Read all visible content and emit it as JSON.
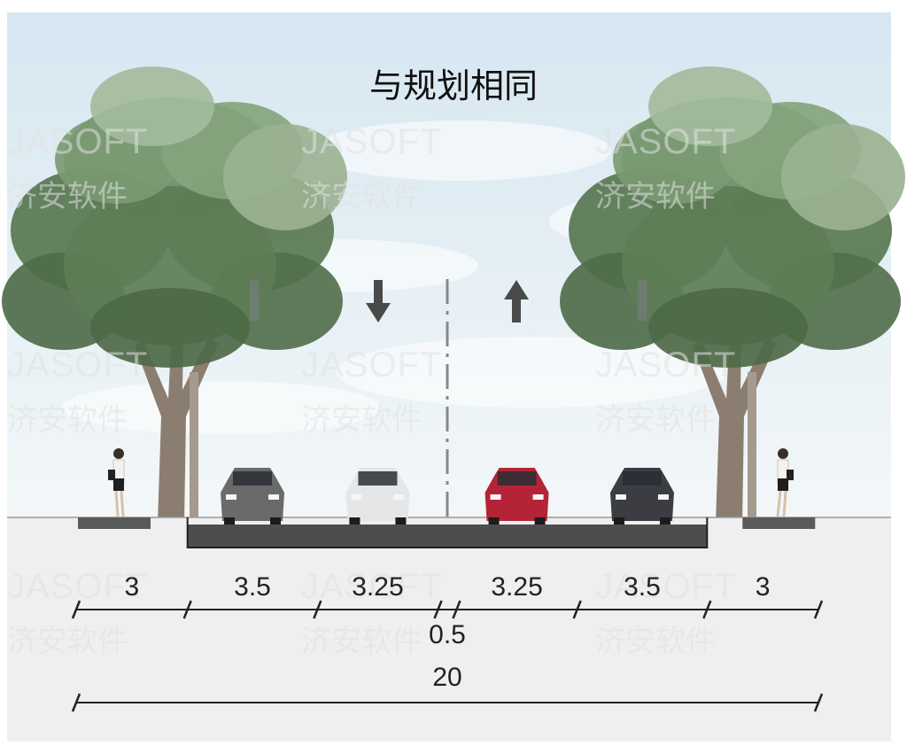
{
  "title": "与规划相同",
  "watermark": {
    "en": "JASOFT",
    "cn": "济安软件"
  },
  "colors": {
    "sky_top": "#d6e7f1",
    "sky_bottom": "#f3f7f8",
    "ground": "#efefef",
    "asphalt": "#4d4d4d",
    "foliage": "#5b7a55",
    "arrow": "#4a4a4a",
    "dimension_line": "#222222"
  },
  "segments": [
    {
      "id": "sidewalk-left",
      "label": "3",
      "width": 3
    },
    {
      "id": "lane-left-outer",
      "label": "3.5",
      "width": 3.5
    },
    {
      "id": "lane-left-inner",
      "label": "3.25",
      "width": 3.25
    },
    {
      "id": "center-divider",
      "label": "0.5",
      "width": 0.5
    },
    {
      "id": "lane-right-inner",
      "label": "3.25",
      "width": 3.25
    },
    {
      "id": "lane-right-outer",
      "label": "3.5",
      "width": 3.5
    },
    {
      "id": "sidewalk-right",
      "label": "3",
      "width": 3
    }
  ],
  "total": {
    "label": "20",
    "width": 20
  },
  "traffic_arrows": [
    {
      "id": "arrow-left-lane",
      "direction": "down"
    },
    {
      "id": "arrow-right-lane",
      "direction": "up"
    }
  ],
  "vehicles": [
    {
      "id": "car-gray",
      "color": "#6a6a6a"
    },
    {
      "id": "car-white",
      "color": "#e4e6e8"
    },
    {
      "id": "car-red",
      "color": "#b52436"
    },
    {
      "id": "car-dark",
      "color": "#3b3d42"
    }
  ]
}
